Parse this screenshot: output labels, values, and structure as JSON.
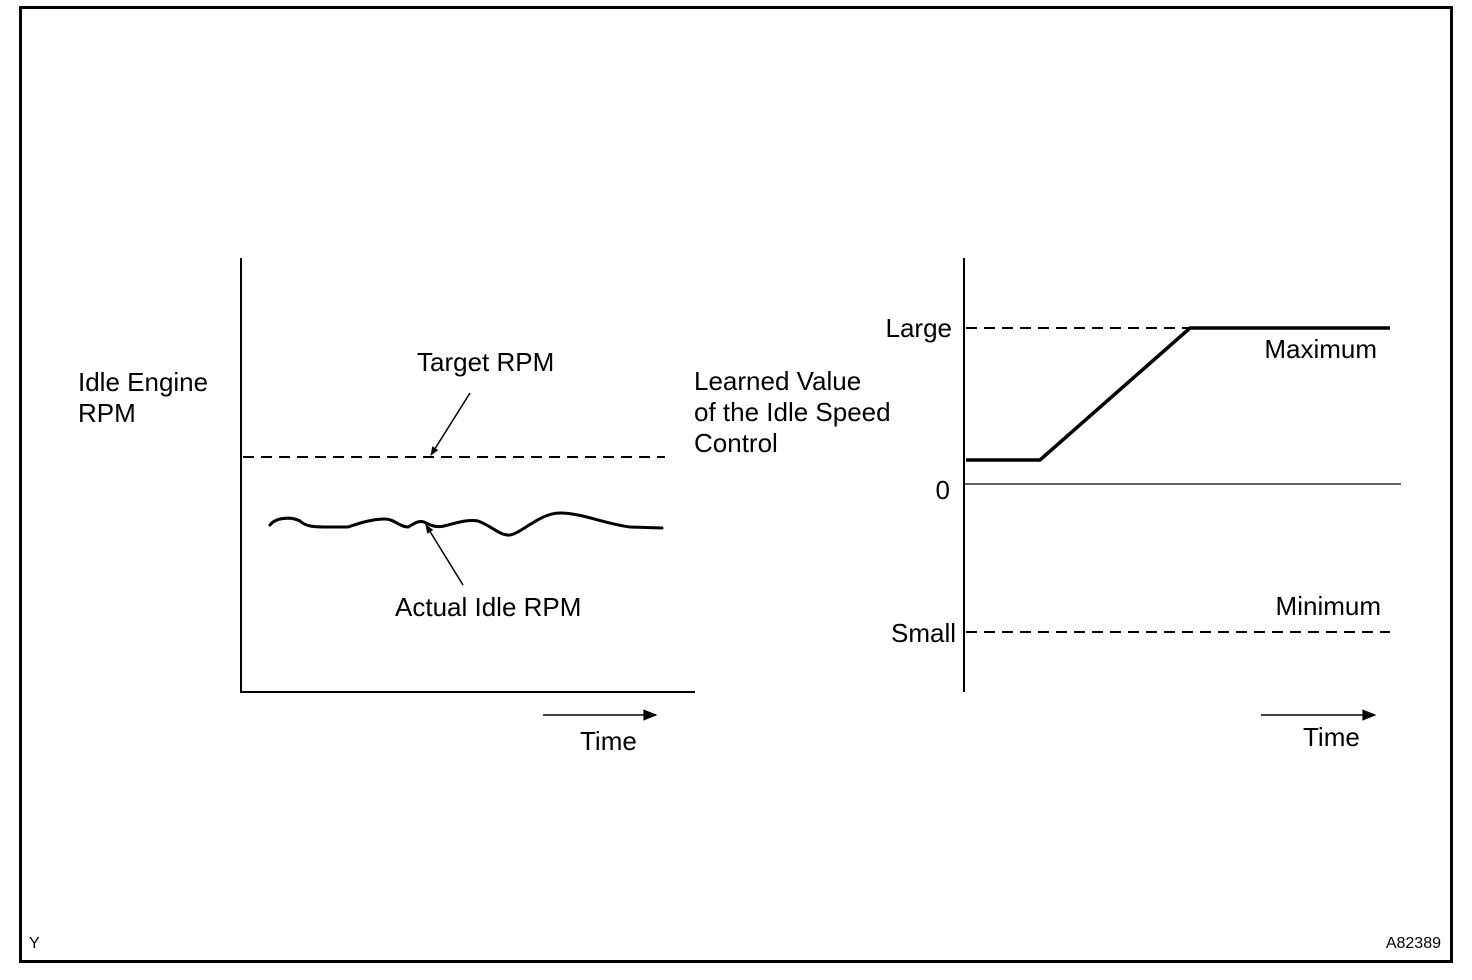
{
  "left_chart": {
    "y_axis_label": [
      "Idle Engine",
      "RPM"
    ],
    "target_label": "Target RPM",
    "actual_label": "Actual Idle RPM",
    "time_label": "Time"
  },
  "right_chart": {
    "y_axis_label": [
      "Learned Value",
      "of the Idle Speed",
      "Control"
    ],
    "large_label": "Large",
    "zero_label": "0",
    "small_label": "Small",
    "maximum_label": "Maximum",
    "minimum_label": "Minimum",
    "time_label": "Time"
  },
  "corner_left": "Y",
  "figure_code": "A82389"
}
